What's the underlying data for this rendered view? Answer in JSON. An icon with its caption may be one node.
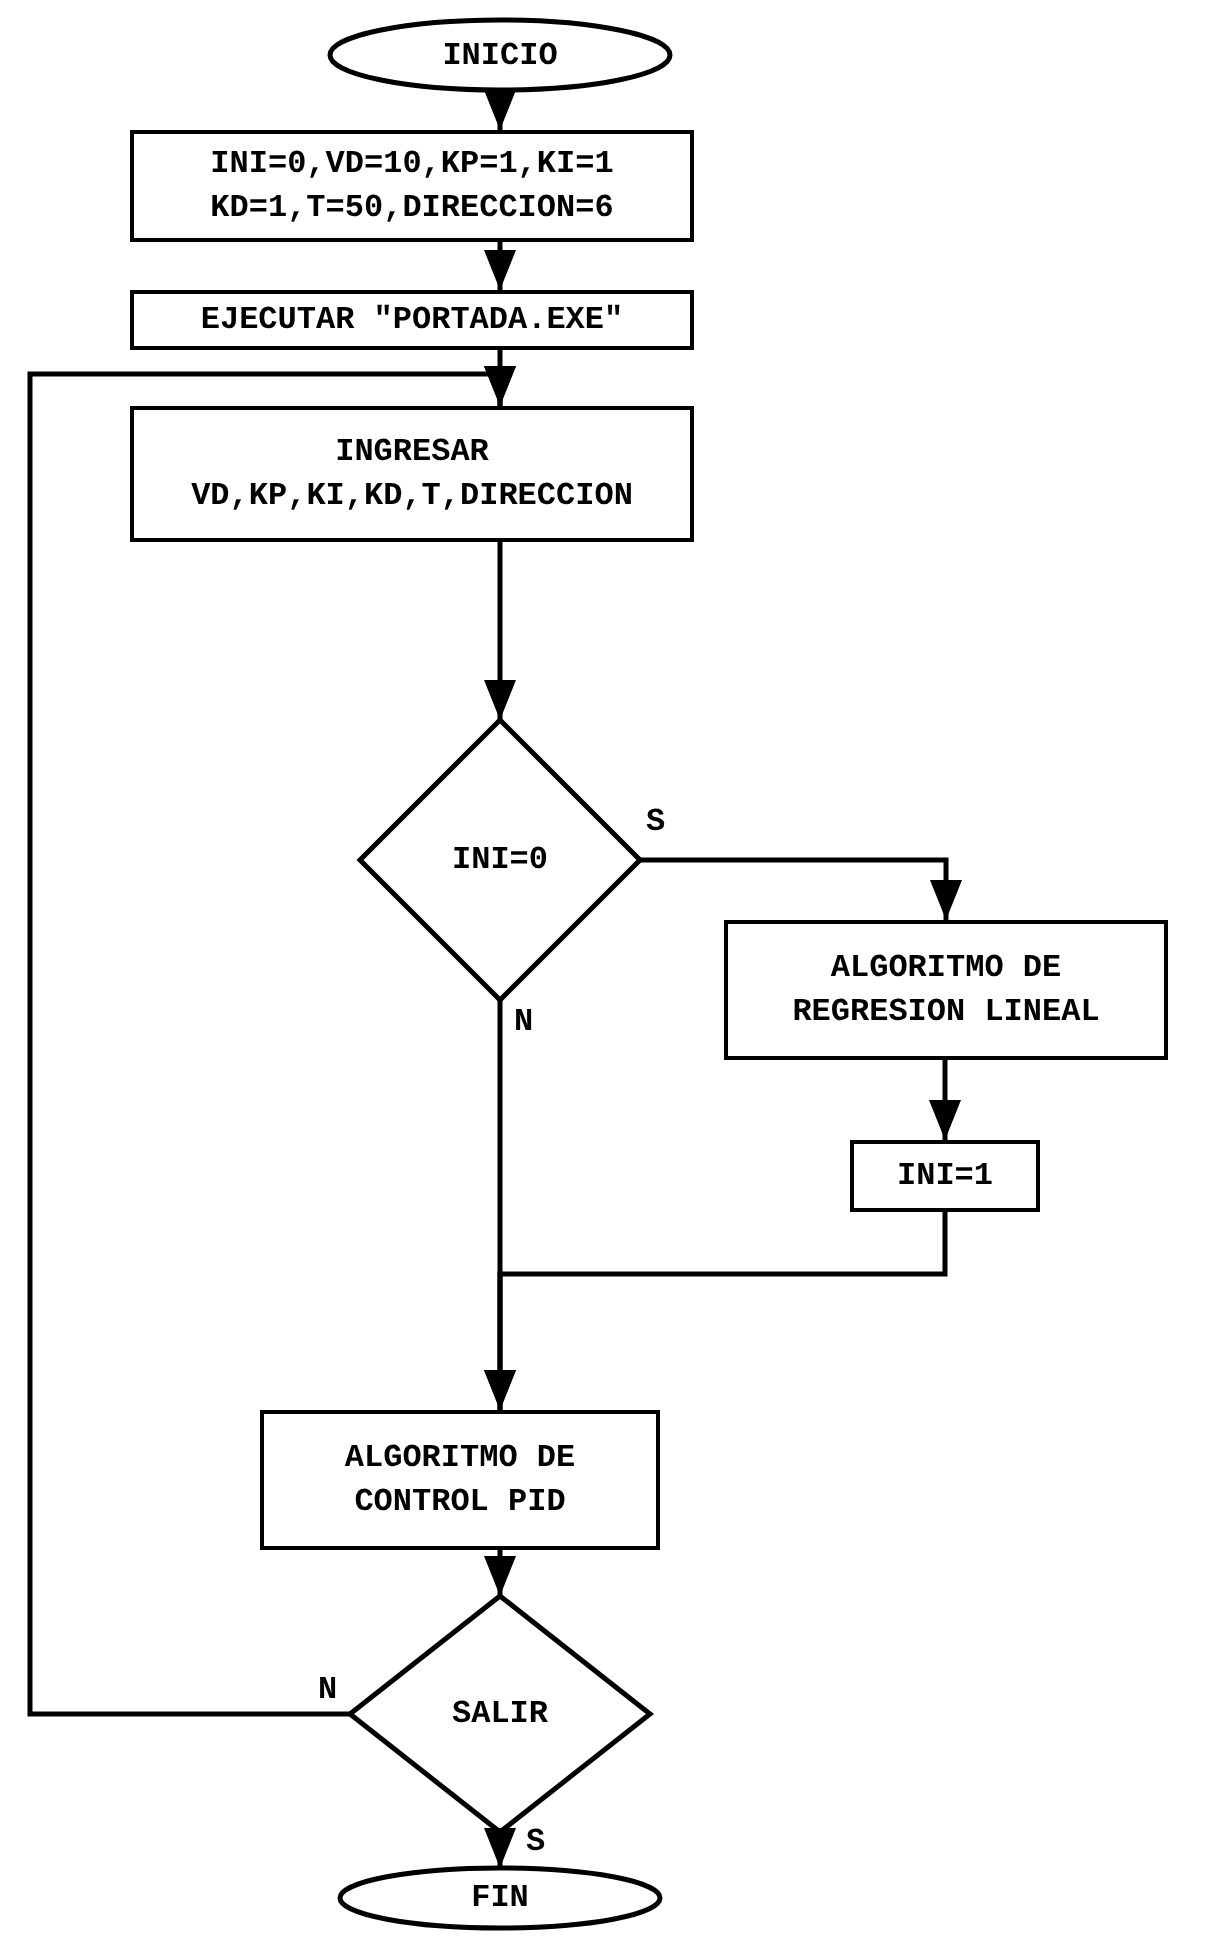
{
  "diagram": {
    "nodes": [
      {
        "text": [
          "INICIO"
        ]
      },
      {
        "text": [
          "INI=0,VD=10,KP=1,KI=1 KD=1,T=50,DIRECCION=6"
        ]
      },
      {
        "text": [
          "EJECUTAR \"PORTADA.EXE\""
        ]
      },
      {
        "text": [
          "INGRESAR VD,KP,KI,KD,T,DIRECCION"
        ]
      },
      {
        "text": [
          "INI=0"
        ]
      },
      {
        "text": [
          "ALGORITMO DE REGRESION LINEAL"
        ]
      },
      {
        "text": [
          "INI=1"
        ]
      },
      {
        "text": [
          "ALGORITMO DE CONTROL PID"
        ]
      },
      {
        "text": [
          "SALIR"
        ]
      },
      {
        "text": [
          "FIN"
        ]
      }
    ],
    "edges": [
      {
        "from": 0,
        "to": 1,
        "arrow": "to"
      },
      {
        "from": 1,
        "to": 2,
        "arrow": "to"
      },
      {
        "from": 2,
        "to": 3,
        "arrow": "to"
      },
      {
        "from": 3,
        "to": 4,
        "arrow": "to"
      },
      {
        "from": 4,
        "to": 5,
        "arrow": "to",
        "label": "S"
      },
      {
        "from": 5,
        "to": 6,
        "arrow": "to"
      },
      {
        "from": 6,
        "to": 7,
        "arrow": "to"
      },
      {
        "from": 4,
        "to": 7,
        "arrow": "to",
        "label": "N"
      },
      {
        "from": 7,
        "to": 8,
        "arrow": "to"
      },
      {
        "from": 8,
        "to": 9,
        "arrow": "to",
        "label": "S"
      },
      {
        "from": 8,
        "to": 3,
        "arrow": "to",
        "label": "N"
      }
    ]
  }
}
